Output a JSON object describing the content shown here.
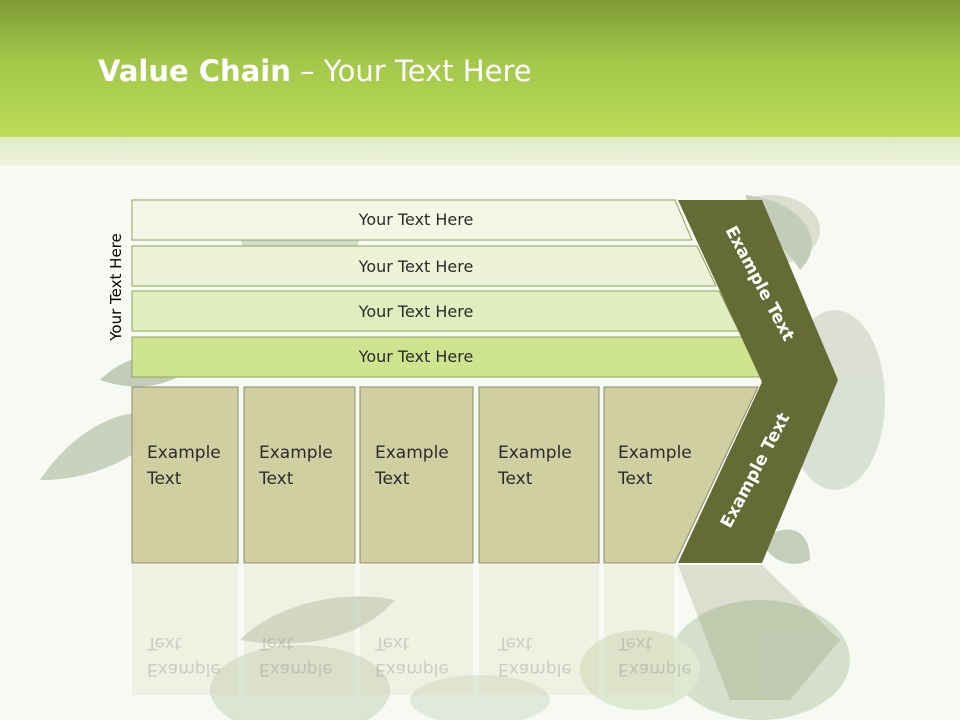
{
  "title": {
    "bold": "Value Chain",
    "rest": " – Your Text Here"
  },
  "side_label": "Your Text Here",
  "bars": [
    "Your Text Here",
    "Your Text Here",
    "Your Text Here",
    "Your Text Here"
  ],
  "columns": [
    {
      "line1": "Example",
      "line2": "Text"
    },
    {
      "line1": "Example",
      "line2": "Text"
    },
    {
      "line1": "Example",
      "line2": "Text"
    },
    {
      "line1": "Example",
      "line2": "Text"
    },
    {
      "line1": "Example",
      "line2": "Text"
    }
  ],
  "chevron": {
    "upper_label": "Example Text",
    "lower_label": "Example Text"
  },
  "colors": {
    "header": "#a3c74a",
    "bar_fills": [
      "#f4f7e6",
      "#ecf3d6",
      "#e1edbf",
      "#cfe48f"
    ],
    "column_fill": "#cfcfa1",
    "chevron": "#646b34"
  }
}
